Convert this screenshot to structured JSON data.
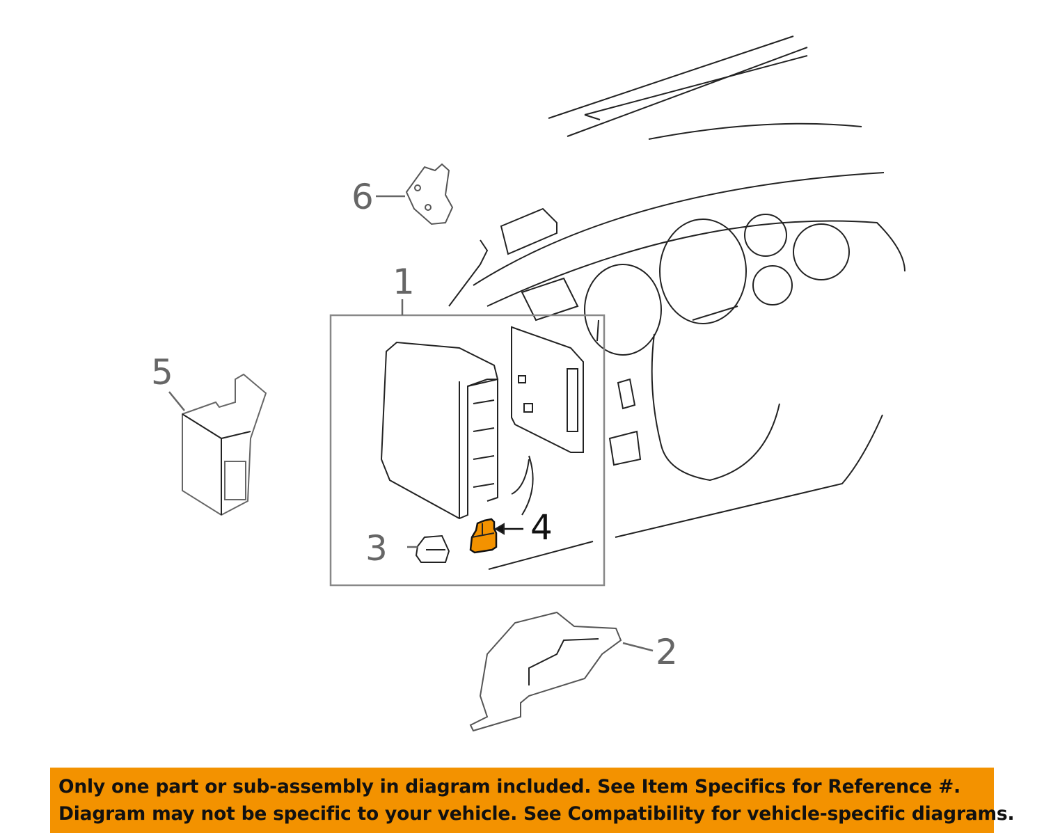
{
  "callouts": {
    "part1": "1",
    "part2": "2",
    "part3": "3",
    "part4": "4",
    "part5": "5",
    "part6": "6"
  },
  "highlighted_part": "4",
  "colors": {
    "highlight": "#F39200",
    "banner": "#F39200",
    "line": "#222222",
    "callout_text": "#666666"
  },
  "banner": {
    "line1": "Only one part or sub-assembly in diagram included. See Item Specifics for Reference #.",
    "line2": "Diagram may not be specific to your vehicle. See Compatibility for vehicle-specific diagrams."
  }
}
